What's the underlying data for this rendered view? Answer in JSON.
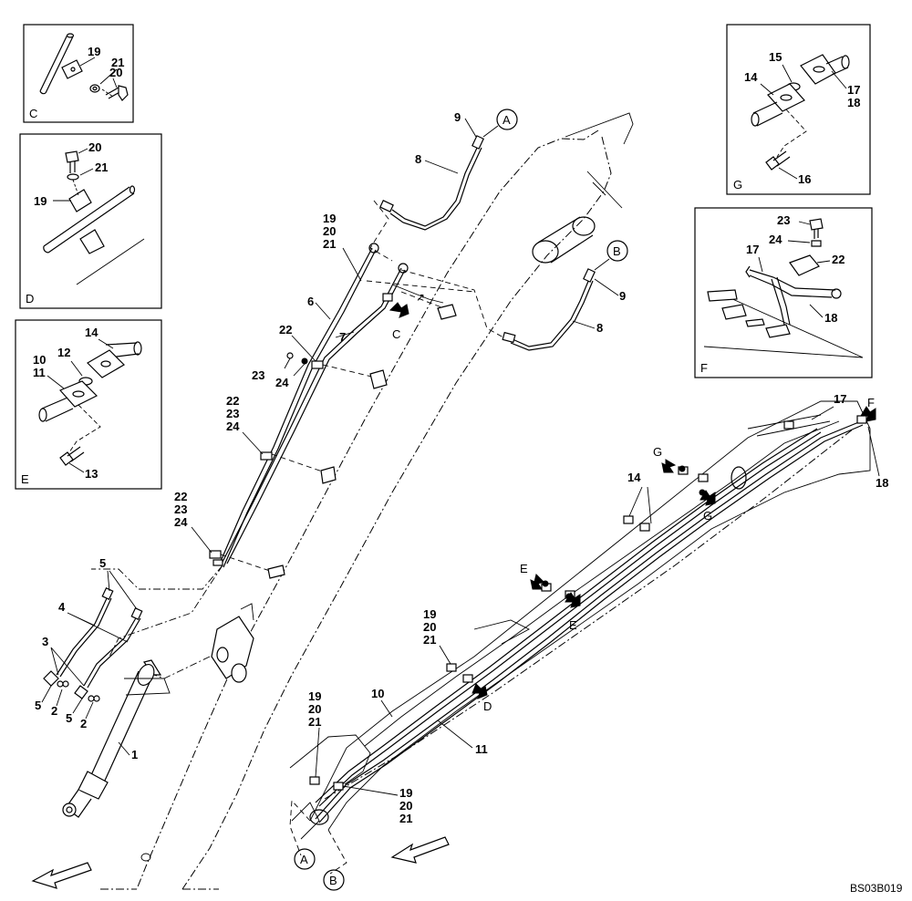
{
  "drawing_code": "BS03B019",
  "connection_markers": [
    {
      "id": "A",
      "label": "A"
    },
    {
      "id": "B",
      "label": "B"
    },
    {
      "id": "A2",
      "label": "A"
    },
    {
      "id": "B2",
      "label": "B"
    }
  ],
  "detail_boxes": {
    "C": {
      "caption": "C",
      "parts": [
        "19",
        "21",
        "20"
      ]
    },
    "D": {
      "caption": "D",
      "parts": [
        "20",
        "21",
        "19"
      ]
    },
    "E": {
      "caption": "E",
      "parts": [
        "14",
        "10",
        "11",
        "12",
        "13"
      ]
    },
    "G": {
      "caption": "G",
      "parts": [
        "15",
        "14",
        "17",
        "18",
        "16"
      ]
    },
    "F": {
      "caption": "F",
      "parts": [
        "23",
        "24",
        "17",
        "22",
        "18"
      ]
    }
  },
  "main_labels": {
    "n9a": "9",
    "n8a": "8",
    "n9b": "9",
    "n8b": "8",
    "s19a": "19",
    "s20a": "20",
    "s21a": "21",
    "n6": "6",
    "n7": "7",
    "n22a": "22",
    "n23a": "23",
    "n24a": "24",
    "s22b": "22",
    "s23b": "23",
    "s24b": "24",
    "s22c": "22",
    "s23c": "23",
    "s24c": "24",
    "n5a": "5",
    "n4": "4",
    "n3": "3",
    "n5b": "5",
    "n2a": "2",
    "n5c": "5",
    "n2b": "2",
    "n1": "1",
    "n10": "10",
    "n11": "11",
    "s19d": "19",
    "s20d": "20",
    "s21d": "21",
    "s19e": "19",
    "s20e": "20",
    "s21e": "21",
    "s19f": "19",
    "s20f": "20",
    "s21f": "21",
    "n14": "14",
    "n17": "17",
    "n18": "18"
  },
  "view_arrows": {
    "C": "C",
    "D": "D",
    "E1": "E",
    "E2": "E",
    "G1": "G",
    "G2": "G",
    "F": "F"
  }
}
